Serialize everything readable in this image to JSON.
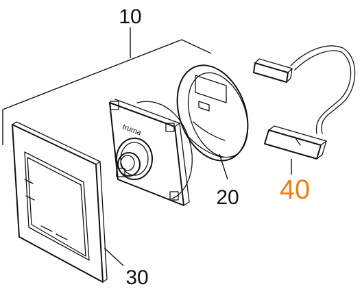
{
  "callouts": {
    "assembly": {
      "label": "10",
      "color": "#111111"
    },
    "mounting_plate": {
      "label": "20",
      "color": "#111111"
    },
    "cover_frame": {
      "label": "30",
      "color": "#111111"
    },
    "cable": {
      "label": "40",
      "color": "#ef7d16"
    }
  },
  "control_unit": {
    "brand_mark": "truma"
  },
  "colors": {
    "line": "#111111",
    "highlight": "#ef7d16",
    "background": "#ffffff"
  }
}
